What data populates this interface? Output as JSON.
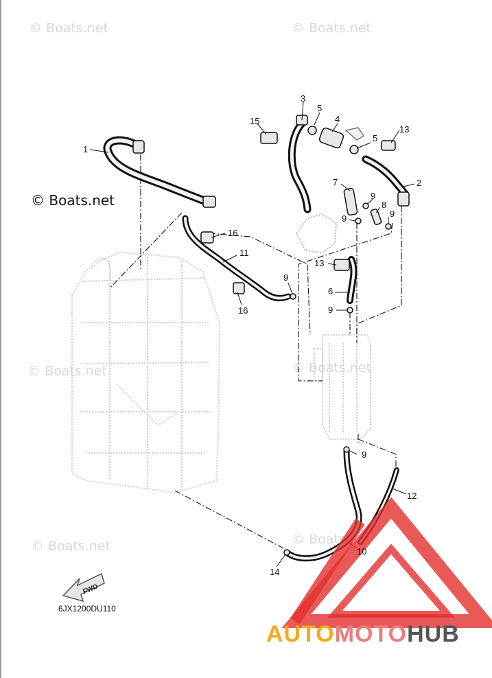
{
  "watermarks": {
    "top_left": "© Boats.net",
    "top_right": "© Boats.net",
    "main": "© Boats.net",
    "mid_left": "© Boats.net",
    "mid_right": "© Boats.net",
    "bottom_left": "© Boats.net",
    "bottom_right": "© Boats.net"
  },
  "callouts": [
    "1",
    "2",
    "3",
    "4",
    "5",
    "5",
    "6",
    "7",
    "8",
    "9",
    "9",
    "9",
    "9",
    "9",
    "9",
    "10",
    "11",
    "12",
    "13",
    "13",
    "14",
    "15",
    "16",
    "16"
  ],
  "fwd_label": "FWD",
  "part_code": "6JX1200DU110",
  "brand": {
    "part1": "AUTO",
    "part2": "MOTO",
    "part3": "HUB"
  },
  "colors": {
    "line": "#222222",
    "engine": "#cfcfcf",
    "brand_triangle": "#e2302e",
    "brand_auto": "#f5a91c",
    "brand_moto": "#ec7d7a",
    "brand_hub": "#555555"
  }
}
